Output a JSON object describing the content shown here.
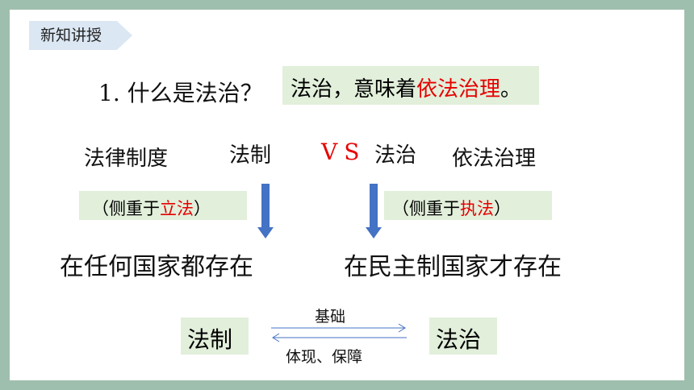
{
  "header": {
    "tag": "新知讲授"
  },
  "question": {
    "num": "1.",
    "text": "什么是法治？"
  },
  "definition": {
    "prefix": "法治，意味着",
    "highlight": "依法治理",
    "suffix": "。"
  },
  "compare": {
    "left_label": "法律制度",
    "left_term": "法制",
    "vs": "VS",
    "right_term": "法治",
    "right_label": "依法治理"
  },
  "emphasis": {
    "left": {
      "open": "（侧重于",
      "key": "立法",
      "close": "）"
    },
    "right": {
      "open": "（侧重于",
      "key": "执法",
      "close": "）"
    }
  },
  "conclusion": {
    "left": "在任何国家都存在",
    "right": "在民主制国家才存在"
  },
  "relation": {
    "left": "法制",
    "right": "法治",
    "top_label": "基础",
    "bottom_label": "体现、保障"
  },
  "colors": {
    "accent_red": "#e60000",
    "arrow_blue": "#4472c4",
    "box_green": "#e2efdb",
    "frame": "#9fbfae"
  }
}
